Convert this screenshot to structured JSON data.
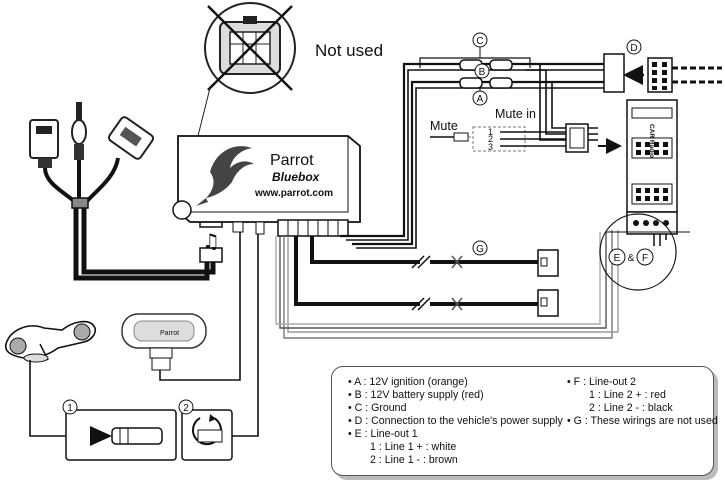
{
  "labels": {
    "not_used": "Not used",
    "mute_in": "Mute in",
    "mute": "Mute",
    "pin1": "1",
    "pin2": "2",
    "pin3": "3",
    "conn_a": "A",
    "conn_b": "B",
    "conn_c": "C",
    "conn_d": "D",
    "conn_e": "E",
    "conn_amp": "&",
    "conn_f": "F",
    "conn_g": "G",
    "step1": "1",
    "step2": "2",
    "car_radio": "CAR Radio"
  },
  "parrot_box": {
    "brand": "Parrot",
    "model": "Bluebox",
    "url": "www.parrot.com"
  },
  "display_unit": {
    "brand": "Parrot"
  },
  "legend": {
    "left": [
      {
        "text": "• A : 12V ignition  (orange)"
      },
      {
        "text": "• B : 12V battery supply (red)"
      },
      {
        "text": "• C : Ground"
      },
      {
        "text": "• D : Connection to the vehicle's power supply"
      },
      {
        "text": "• E : Line-out 1"
      }
    ],
    "left_sub": [
      "1 : Line 1 + : white",
      "2 : Line 1 - : brown"
    ],
    "right": [
      {
        "text": "• F : Line-out 2"
      }
    ],
    "right_sub": [
      "1 : Line 2 + : red",
      "2 : Line 2 - : black"
    ],
    "right_tail": "• G : These wirings are not used"
  }
}
